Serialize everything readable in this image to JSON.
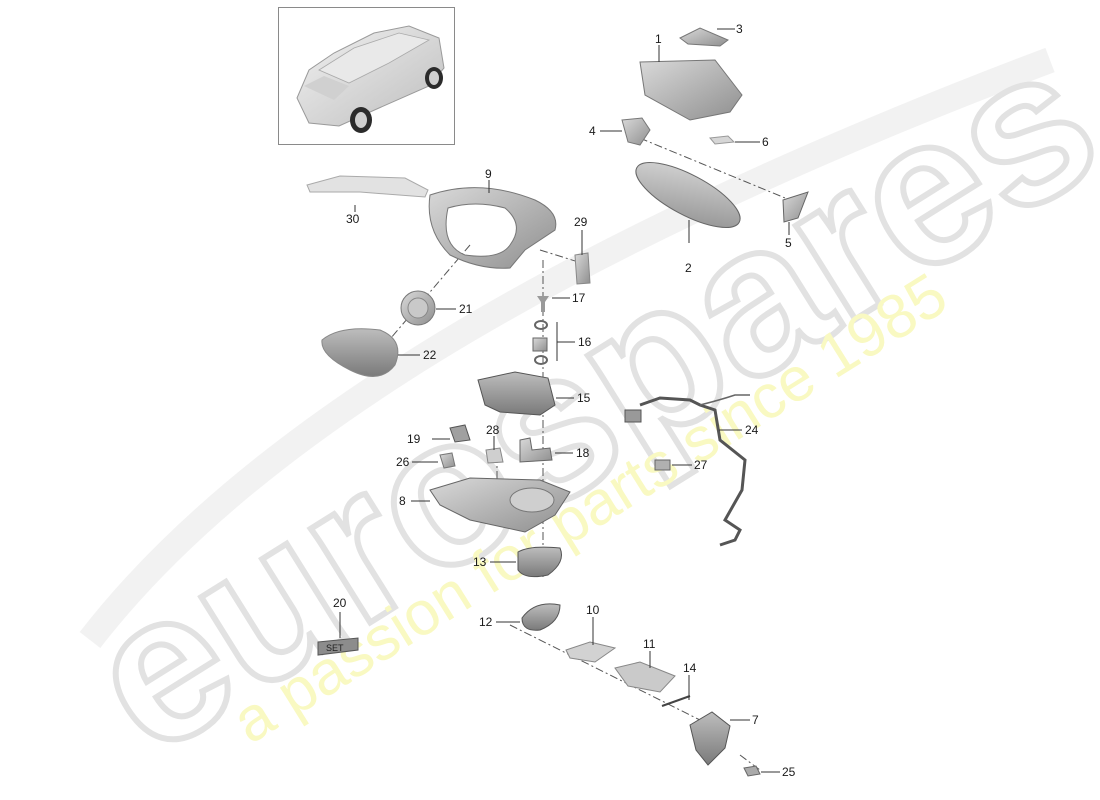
{
  "diagram": {
    "type": "exploded parts diagram",
    "subject": "Interior rearview mirror and exterior side mirror assembly",
    "watermark": {
      "brand": "eurospares",
      "tagline": "a passion for parts since 1985",
      "brand_color": "#e6e6e6",
      "tagline_color": "#f7f7b0"
    },
    "thumbnail": {
      "description": "SUV vehicle overview (rear 3/4 view)"
    },
    "set_box_text": "SET",
    "callouts": [
      {
        "id": "1",
        "label": "1"
      },
      {
        "id": "2",
        "label": "2"
      },
      {
        "id": "3",
        "label": "3"
      },
      {
        "id": "4",
        "label": "4"
      },
      {
        "id": "5",
        "label": "5"
      },
      {
        "id": "6",
        "label": "6"
      },
      {
        "id": "7",
        "label": "7"
      },
      {
        "id": "8",
        "label": "8"
      },
      {
        "id": "9",
        "label": "9"
      },
      {
        "id": "10",
        "label": "10"
      },
      {
        "id": "11",
        "label": "11"
      },
      {
        "id": "12",
        "label": "12"
      },
      {
        "id": "13",
        "label": "13"
      },
      {
        "id": "14",
        "label": "14"
      },
      {
        "id": "15",
        "label": "15"
      },
      {
        "id": "16",
        "label": "16"
      },
      {
        "id": "17",
        "label": "17"
      },
      {
        "id": "18",
        "label": "18"
      },
      {
        "id": "19",
        "label": "19"
      },
      {
        "id": "20",
        "label": "20"
      },
      {
        "id": "21",
        "label": "21"
      },
      {
        "id": "22",
        "label": "22"
      },
      {
        "id": "24",
        "label": "24"
      },
      {
        "id": "25",
        "label": "25"
      },
      {
        "id": "26",
        "label": "26"
      },
      {
        "id": "27",
        "label": "27"
      },
      {
        "id": "28",
        "label": "28"
      },
      {
        "id": "29",
        "label": "29"
      },
      {
        "id": "30",
        "label": "30"
      }
    ]
  }
}
